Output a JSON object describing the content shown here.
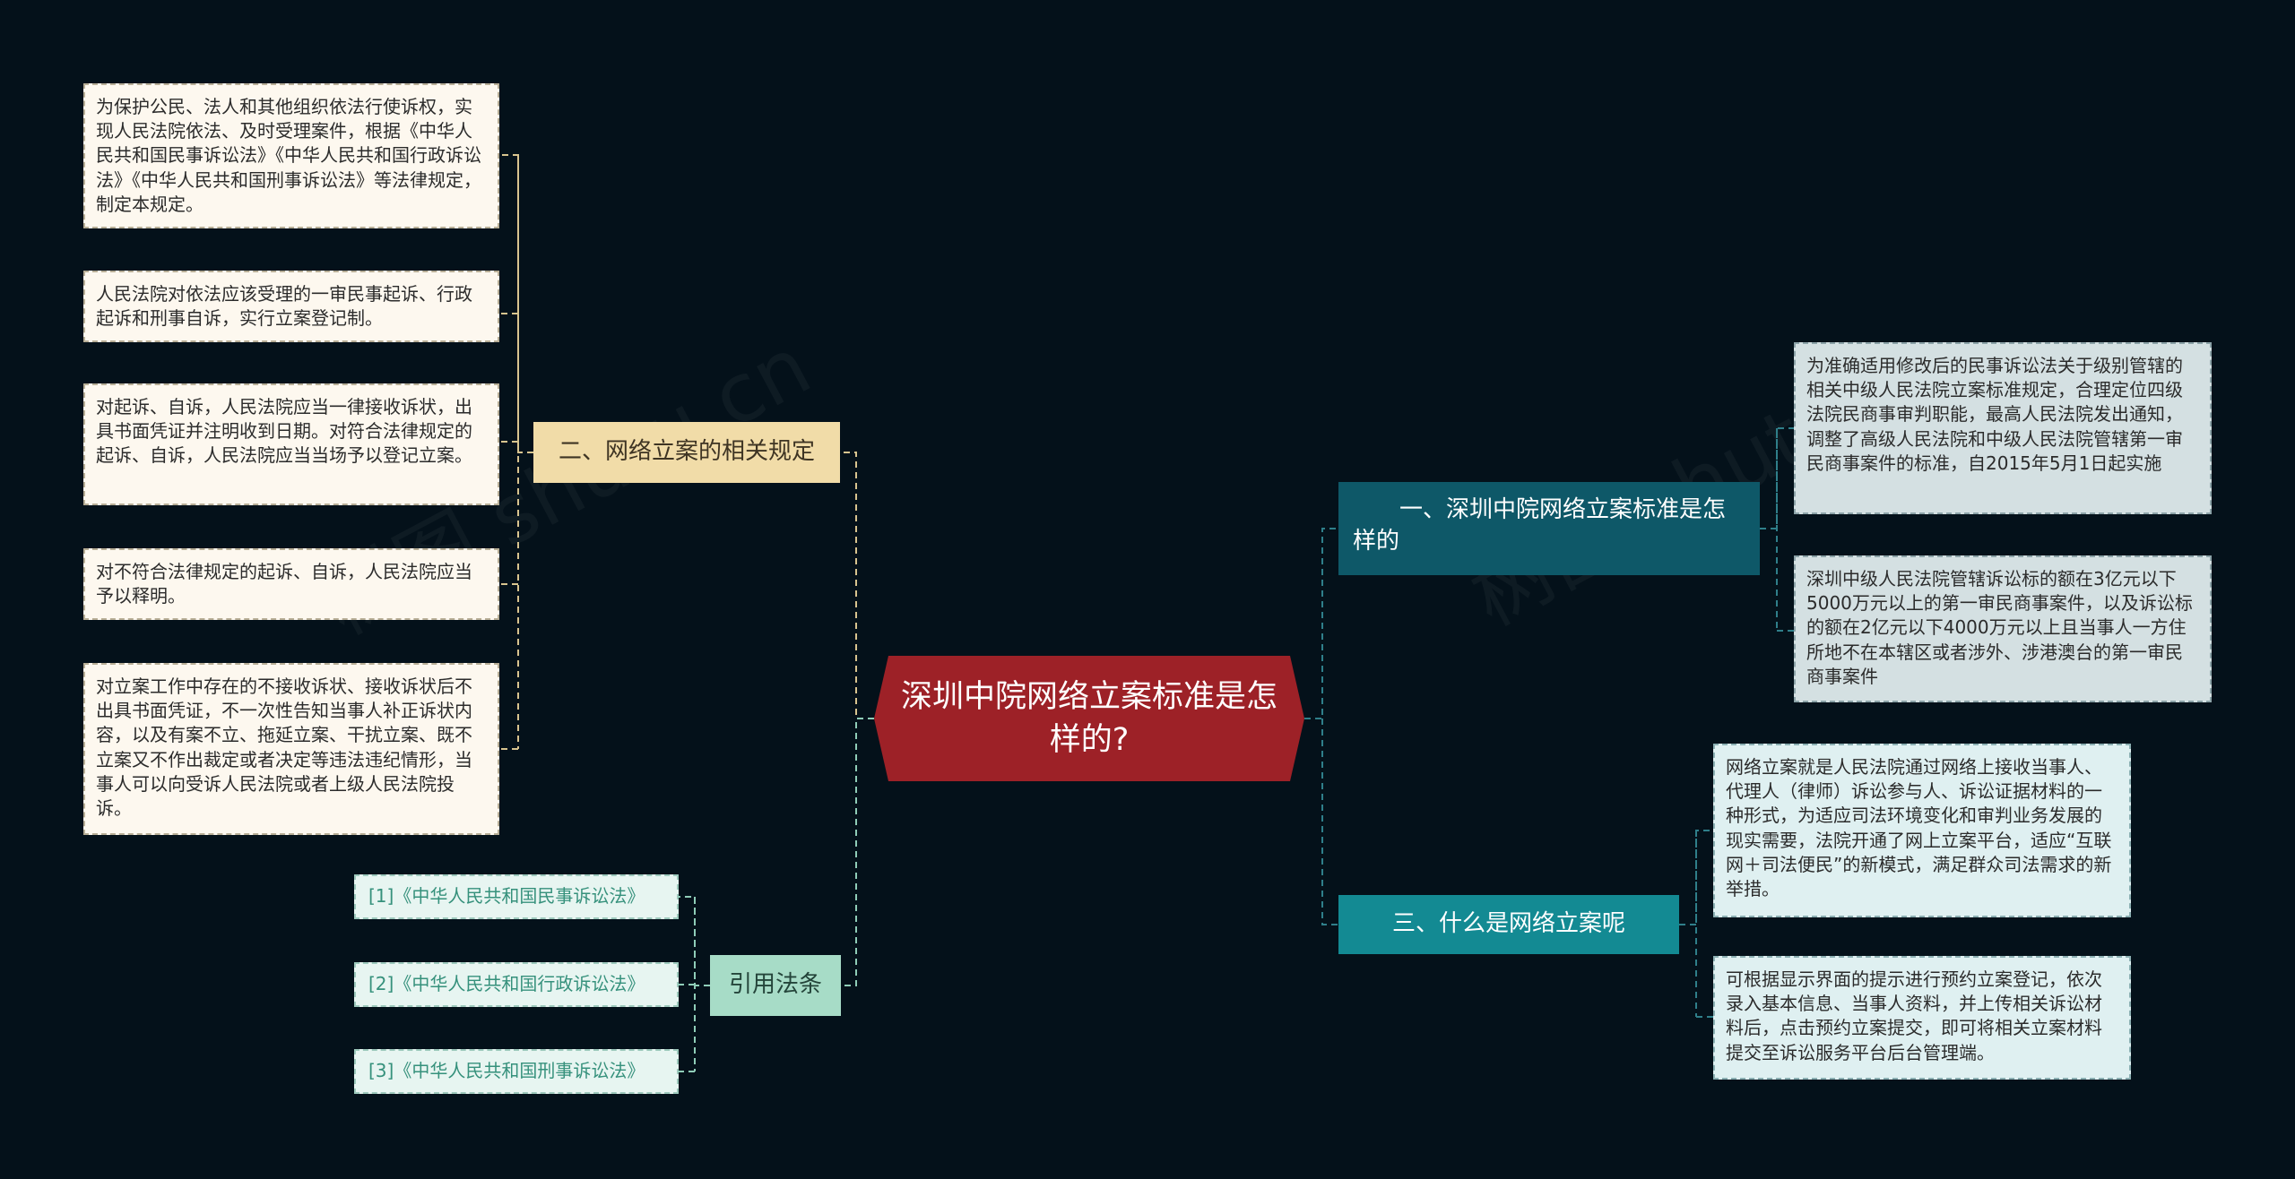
{
  "root": {
    "text": "深圳中院网络立案标准是怎样的?"
  },
  "left": {
    "branch_rules": {
      "label": "二、网络立案的相关规定",
      "leaves": [
        "为保护公民、法人和其他组织依法行使诉权，实现人民法院依法、及时受理案件，根据《中华人民共和国民事诉讼法》《中华人民共和国行政诉讼法》《中华人民共和国刑事诉讼法》等法律规定，制定本规定。",
        "人民法院对依法应该受理的一审民事起诉、行政起诉和刑事自诉，实行立案登记制。",
        "对起诉、自诉，人民法院应当一律接收诉状，出具书面凭证并注明收到日期。对符合法律规定的起诉、自诉，人民法院应当当场予以登记立案。",
        "对不符合法律规定的起诉、自诉，人民法院应当予以释明。",
        "对立案工作中存在的不接收诉状、接收诉状后不出具书面凭证，不一次性告知当事人补正诉状内容，以及有案不立、拖延立案、干扰立案、既不立案又不作出裁定或者决定等违法违纪情形，当事人可以向受诉人民法院或者上级人民法院投诉。"
      ]
    },
    "branch_refs": {
      "label": "引用法条",
      "leaves": [
        "[1]《中华人民共和国民事诉讼法》",
        "[2]《中华人民共和国行政诉讼法》",
        "[3]《中华人民共和国刑事诉讼法》"
      ]
    }
  },
  "right": {
    "branch_standard": {
      "label": "一、深圳中院网络立案标准是怎样的",
      "leaves": [
        "为准确适用修改后的民事诉讼法关于级别管辖的相关中级人民法院立案标准规定，合理定位四级法院民商事审判职能，最高人民法院发出通知，调整了高级人民法院和中级人民法院管辖第一审民商事案件的标准，自2015年5月1日起实施",
        "深圳中级人民法院管辖诉讼标的额在3亿元以下5000万元以上的第一审民商事案件，以及诉讼标的额在2亿元以下4000万元以上且当事人一方住所地不在本辖区或者涉外、涉港澳台的第一审民商事案件"
      ]
    },
    "branch_what": {
      "label": "三、什么是网络立案呢",
      "leaves": [
        "网络立案就是人民法院通过网络上接收当事人、代理人（律师）诉讼参与人、诉讼证据材料的一种形式，为适应司法环境变化和审判业务发展的现实需要，法院开通了网上立案平台，适应“互联网＋司法便民”的新模式，满足群众司法需求的新举措。",
        "可根据显示界面的提示进行预约立案登记，依次录入基本信息、当事人资料，并上传相关诉讼材料后，点击预约立案提交，即可将相关立案材料提交至诉讼服务平台后台管理端。"
      ]
    }
  },
  "colors": {
    "background": "#04111a",
    "root": "#9d2127",
    "branch_rules": "#f1dca8",
    "branch_refs": "#a7dcc7",
    "branch_standard": "#0e5868",
    "branch_what": "#138a93",
    "connector_left": "#d8c48f",
    "connector_refs": "#8fcdb8",
    "connector_right": "#2f7f8a"
  }
}
